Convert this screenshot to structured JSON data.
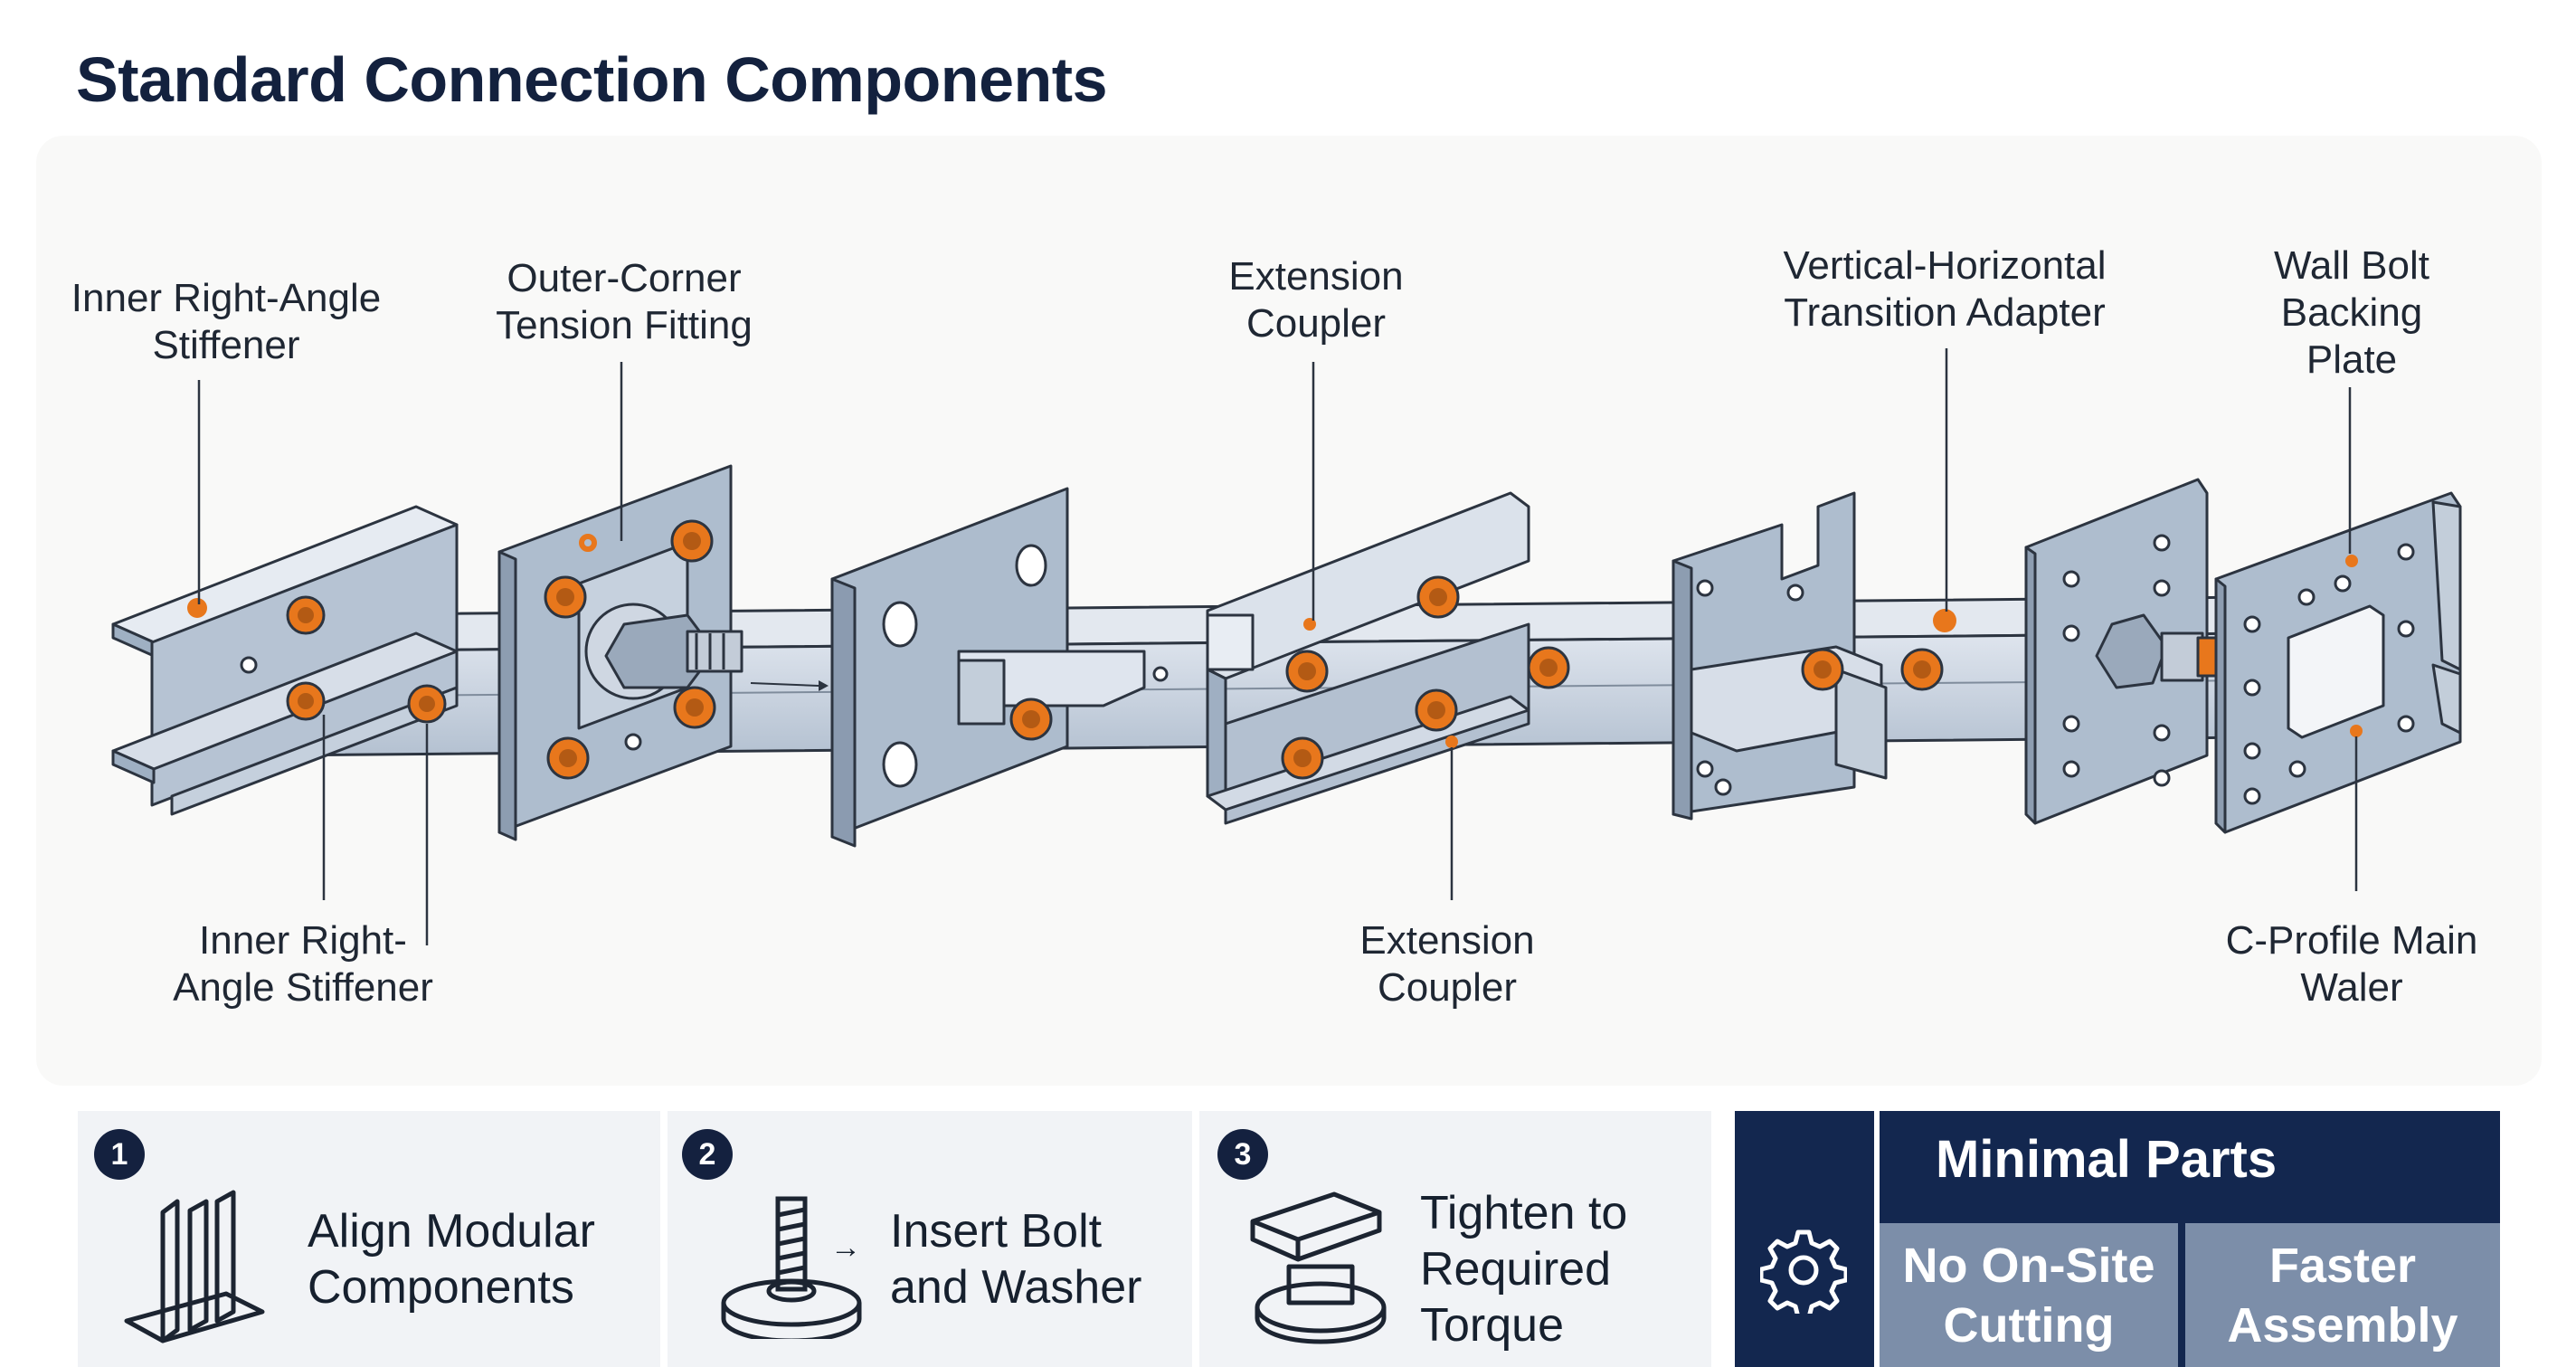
{
  "title": "Standard Connection Components",
  "labels": {
    "inner_stiffener_top": "Inner Right-Angle\nStiffener",
    "outer_corner": "Outer-Corner\nTension Fitting",
    "extension_top": "Extension\nCoupler",
    "transition_adapter": "Vertical-Horizontal\nTransition Adapter",
    "wall_bolt": "Wall Bolt\nBacking\nPlate",
    "inner_stiffener_bottom": "Inner Right-\nAngle Stiffener",
    "extension_bottom": "Extension\nCoupler",
    "c_profile": "C-Profile Main\nWaler"
  },
  "steps": [
    {
      "number": "1",
      "text": "Align Modular\nComponents",
      "icon": "parallel-plates-icon"
    },
    {
      "number": "2",
      "text": "Insert Bolt\nand Washer",
      "icon": "bolt-washer-icon",
      "arrow": "→"
    },
    {
      "number": "3",
      "text": "Tighten to\nRequired\nTorque",
      "icon": "clamp-torque-icon"
    }
  ],
  "callout": {
    "title": "Minimal Parts",
    "icon": "gear-icon",
    "cells": [
      "No On-Site\nCutting",
      "Faster\nAssembly"
    ]
  },
  "colors": {
    "navy": "#13274f",
    "steel": "#a9b8c9",
    "steel_dark": "#8d9db1",
    "bolt_orange": "#e8771c",
    "cell_gray": "#7c8ea9"
  }
}
